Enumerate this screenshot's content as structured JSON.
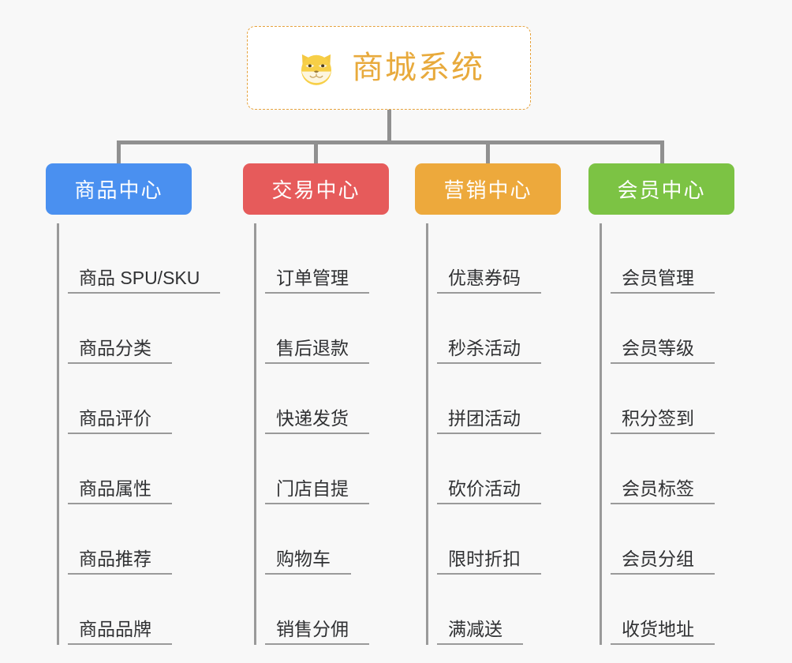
{
  "diagram": {
    "type": "mindmap",
    "background_color": "#f8f8f8",
    "connector_color": "#909090",
    "root": {
      "title": "商城系统",
      "emoji_name": "shiba-dog-face",
      "text_color": "#e8aa3c",
      "border_color": "#e6a23c",
      "border_style": "dashed",
      "fill_color": "#ffffff"
    },
    "categories": [
      {
        "label": "商品中心",
        "color": "#4a90f0",
        "items": [
          "商品 SPU/SKU",
          "商品分类",
          "商品评价",
          "商品属性",
          "商品推荐",
          "商品品牌"
        ]
      },
      {
        "label": "交易中心",
        "color": "#e65b5b",
        "items": [
          "订单管理",
          "售后退款",
          "快递发货",
          "门店自提",
          "购物车",
          "销售分佣"
        ]
      },
      {
        "label": "营销中心",
        "color": "#eda93c",
        "items": [
          "优惠券码",
          "秒杀活动",
          "拼团活动",
          "砍价活动",
          "限时折扣",
          "满减送"
        ]
      },
      {
        "label": "会员中心",
        "color": "#7cc344",
        "items": [
          "会员管理",
          "会员等级",
          "积分签到",
          "会员标签",
          "会员分组",
          "收货地址"
        ]
      }
    ]
  }
}
